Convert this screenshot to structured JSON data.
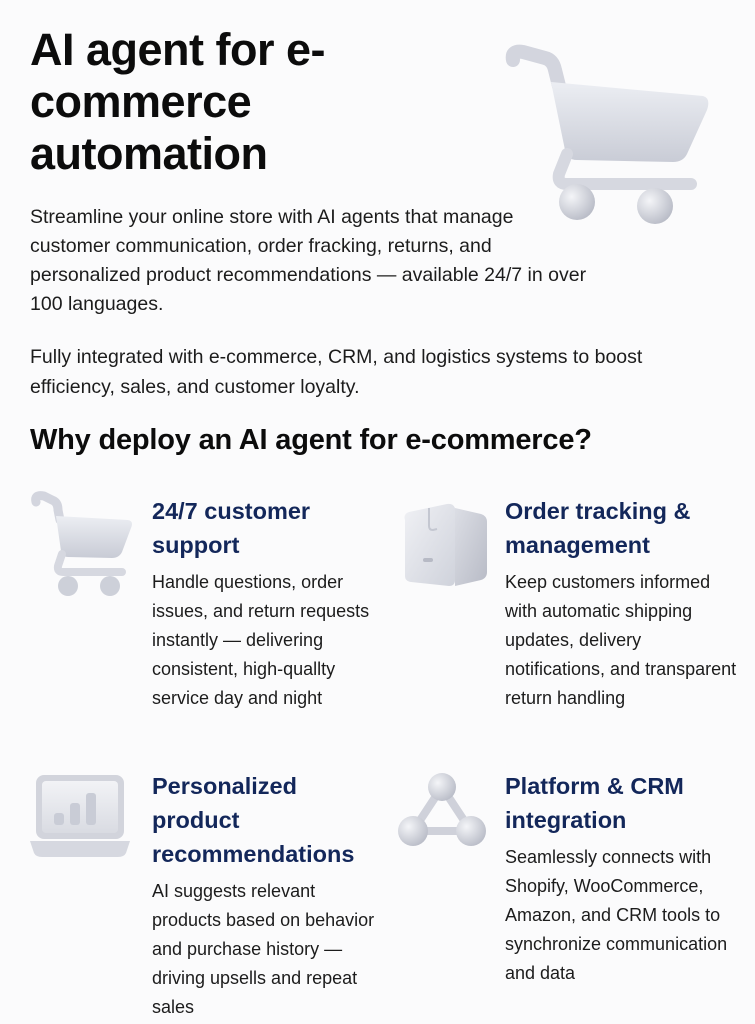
{
  "hero": {
    "title": "AI agent for e-commerce automation",
    "intro": "Streamline your online store with AI agents that manage customer communication, order fracking, returns, and personalized product recommendations — available 24/7 in over 100 languages.",
    "intro2": "Fully integrated with e-commerce, CRM, and logistics systems to boost efficiency, sales, and customer loyalty.",
    "icon": "shopping-cart-icon"
  },
  "section": {
    "title": "Why deploy an AI agent for e-commerce?"
  },
  "features": [
    {
      "title": "24/7 customer support",
      "description": "Handle questions, order issues, and return requests instantly — delivering consistent, high-quallty service day and night",
      "icon": "shopping-cart-icon"
    },
    {
      "title": "Order tracking & management",
      "description": "Keep customers informed with automatic shipping updates, delivery notifications, and transparent return handling",
      "icon": "package-box-icon"
    },
    {
      "title": "Personalized product recommendations",
      "description": "AI suggests relevant products based on behavior and purchase history — driving upsells and repeat sales",
      "icon": "laptop-chart-icon"
    },
    {
      "title": "Platform & CRM integration",
      "description": "Seamlessly connects with Shopify, WooCommerce, Amazon, and CRM tools to synchronize communication and data",
      "icon": "network-nodes-icon"
    }
  ],
  "colors": {
    "background": "#fbfbfc",
    "heading": "#0c0c0c",
    "feature_title": "#13275a",
    "body_text": "#1c1c1c",
    "icon_fill": "#dfe0e6"
  }
}
